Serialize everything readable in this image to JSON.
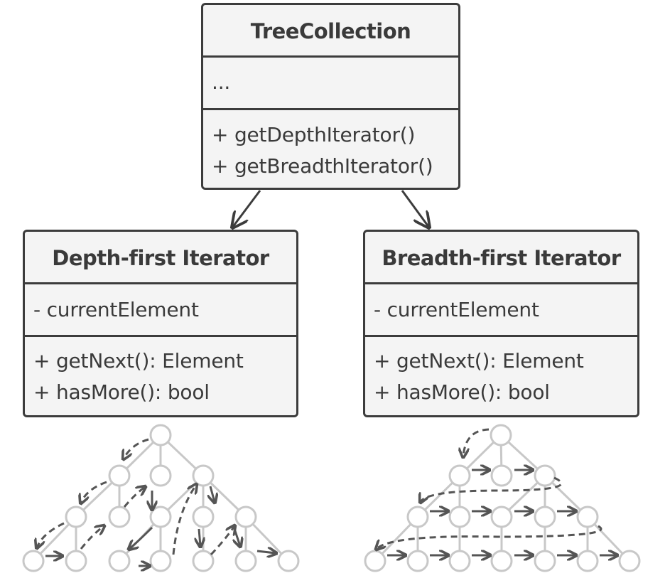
{
  "collection": {
    "name": "TreeCollection",
    "fields": [
      "..."
    ],
    "methods": [
      "+ getDepthIterator()",
      "+ getBreadthIterator()"
    ]
  },
  "depth_iterator": {
    "name": "Depth-first Iterator",
    "fields": [
      "- currentElement"
    ],
    "methods": [
      "+ getNext(): Element",
      "+ hasMore(): bool"
    ]
  },
  "breadth_iterator": {
    "name": "Breadth-first Iterator",
    "fields": [
      "- currentElement"
    ],
    "methods": [
      "+ getNext(): Element",
      "+ hasMore(): bool"
    ]
  },
  "colors": {
    "box_fill": "#f4f4f4",
    "box_border": "#3c3c3c",
    "tree_node_fill": "#ffffff",
    "tree_node_stroke": "#c8c8c8",
    "traversal_arrow": "#555555"
  },
  "icons": [
    "depth-first-tree-icon",
    "breadth-first-tree-icon"
  ]
}
